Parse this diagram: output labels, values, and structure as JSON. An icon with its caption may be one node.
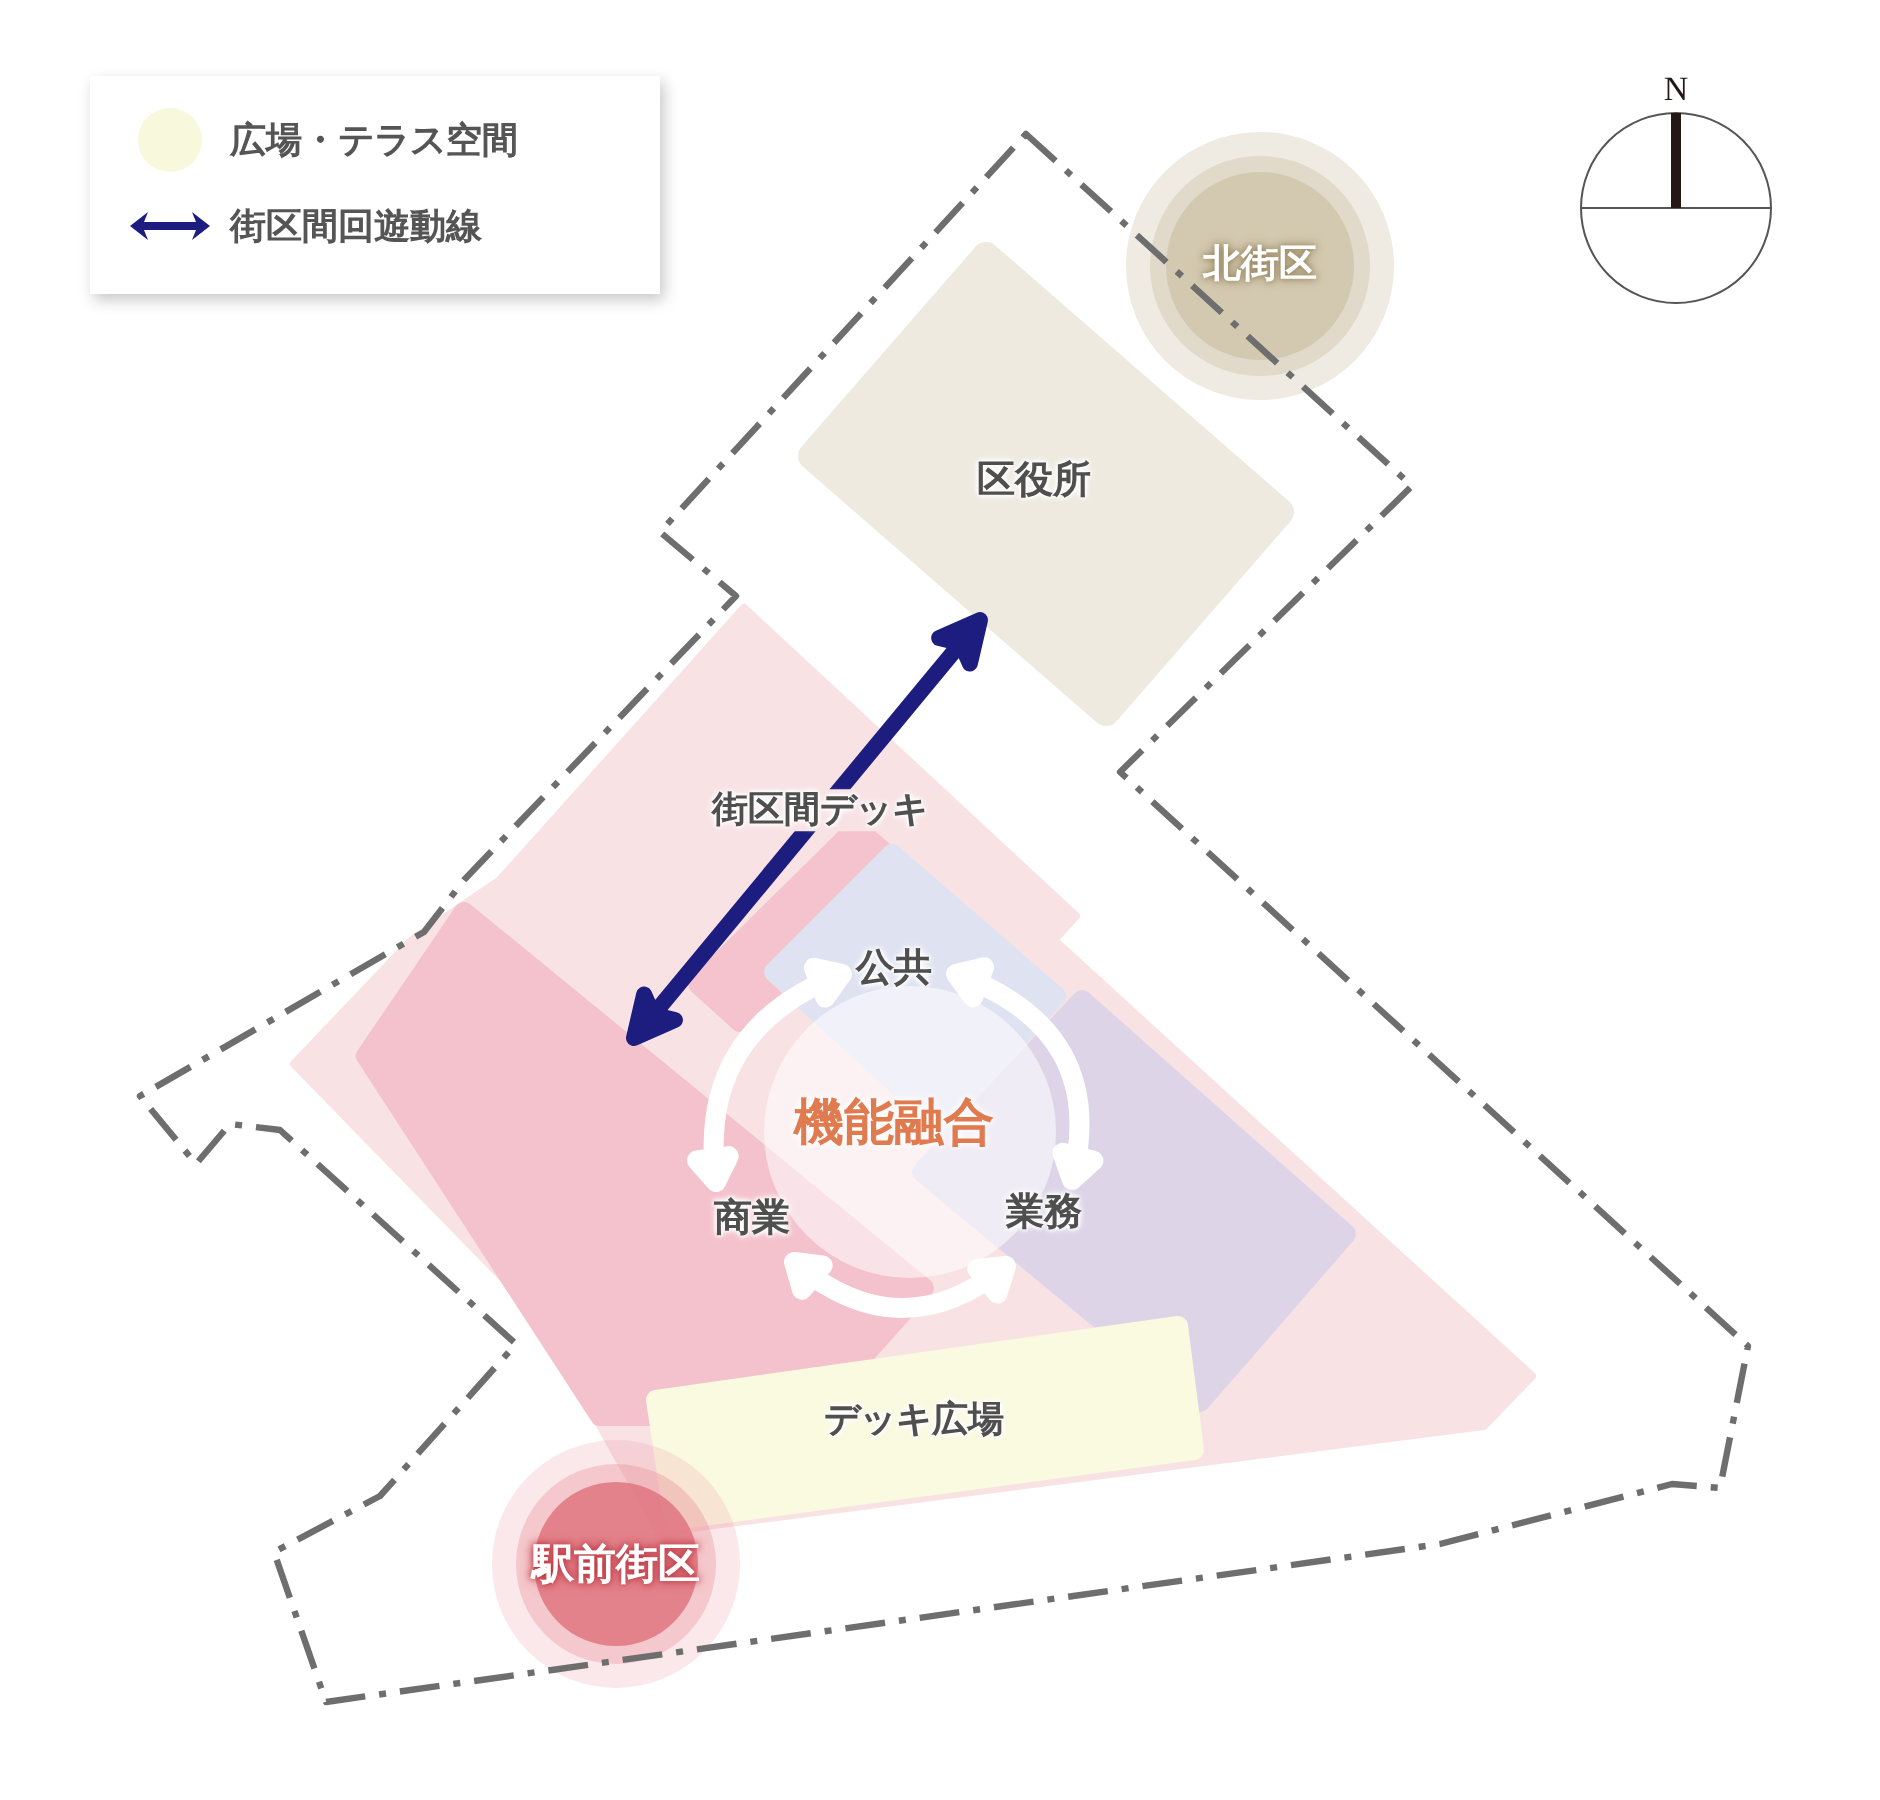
{
  "diagram": {
    "nodes": [
      {
        "text": [
          "北街区"
        ]
      },
      {
        "text": [
          "区役所"
        ]
      },
      {
        "text": [],
        "shape": "box"
      },
      {
        "text": [],
        "shape": "box",
        "in": 2
      },
      {
        "text": [],
        "shape": "box",
        "in": 2
      },
      {
        "text": [],
        "shape": "box",
        "in": 2
      },
      {
        "text": [
          "公共"
        ],
        "in": 5
      },
      {
        "text": [
          "機能融合"
        ],
        "in": 2
      },
      {
        "text": [
          "商業"
        ],
        "in": 4
      },
      {
        "text": [],
        "shape": "box",
        "in": 2
      },
      {
        "text": [
          "業務"
        ],
        "in": 9
      },
      {
        "text": [
          "デッキ広場"
        ],
        "in": 2
      },
      {
        "text": [
          "駅前街区"
        ]
      }
    ],
    "edges": [
      {
        "from": 1,
        "to": 4,
        "arrow": "both",
        "label": "街区間デッキ",
        "color": "#1d1d80"
      },
      {
        "from": 6,
        "to": 8,
        "arrow": "both"
      },
      {
        "from": 6,
        "to": 10,
        "arrow": "both"
      },
      {
        "from": 8,
        "to": 10,
        "arrow": "both"
      }
    ],
    "labels": [
      "N"
    ],
    "legend": [
      {
        "text": "広場・テラス空間",
        "color": "#f8f8dc"
      },
      {
        "text": "街区間回遊動線"
      }
    ]
  }
}
